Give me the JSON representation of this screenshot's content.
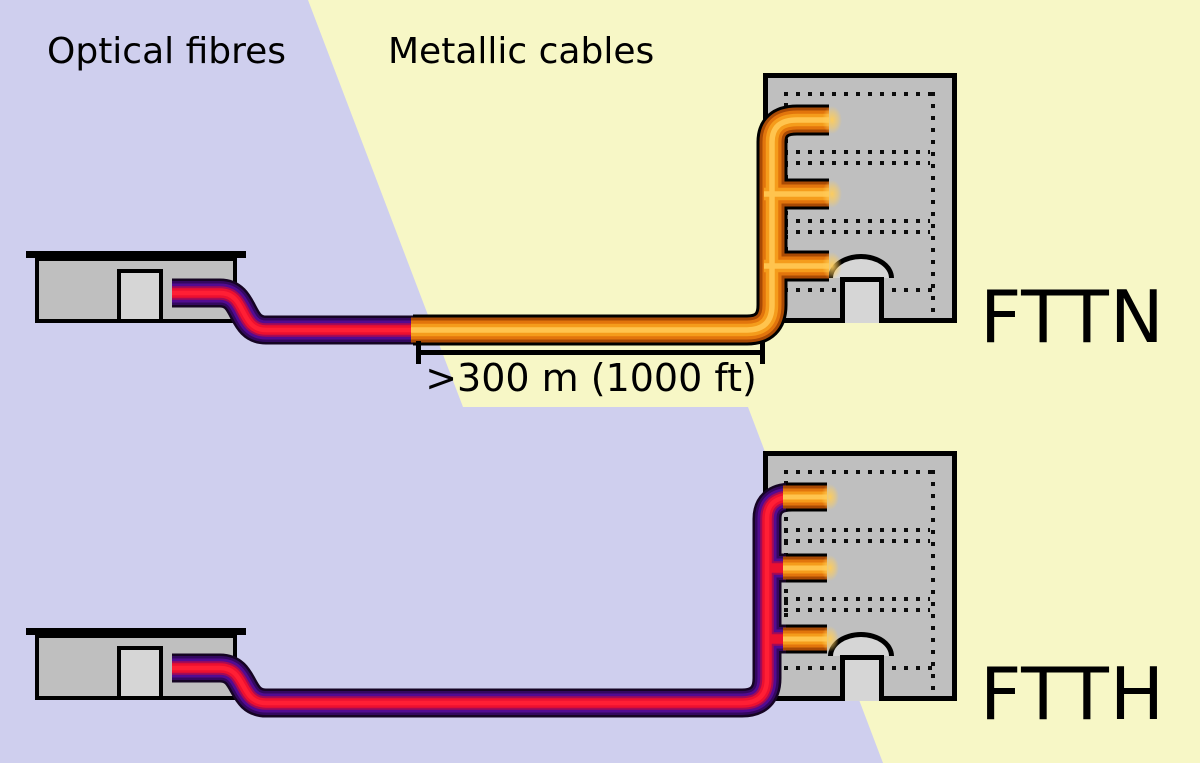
{
  "title_labels": {
    "optical": "Optical fibres",
    "metallic": "Metallic cables"
  },
  "diagrams": {
    "fttn": {
      "label": "FTTN",
      "distance_label": ">300 m (1000 ft)"
    },
    "ftth": {
      "label": "FTTH"
    }
  },
  "colors": {
    "optical_bg": "#cfcfee",
    "metallic_bg": "#f7f7c6",
    "building_fill": "#bfbfbf",
    "building_outline": "#000000",
    "door_fill": "#d6d6d6",
    "text": "#000000",
    "fiber_sheath": "#33085f",
    "fiber_purple": "#530b91",
    "fiber_core_red": "#ec1030",
    "metal_outline": "#000000",
    "metal_sheath": "#a84a05",
    "metal_orange": "#e2750c",
    "metal_core": "#ffc44e"
  }
}
